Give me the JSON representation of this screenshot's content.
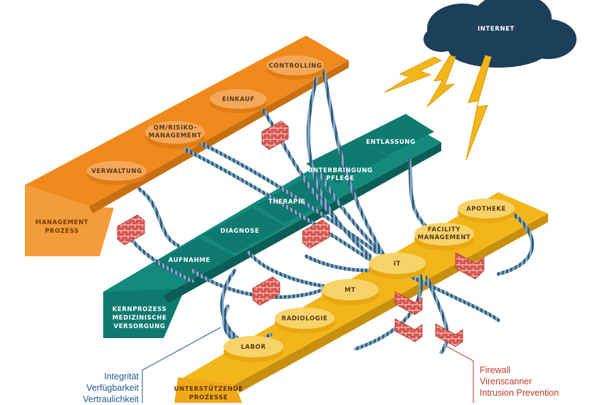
{
  "cloud": {
    "label": "INTERNET"
  },
  "management": {
    "label_line1": "MANAGEMENT",
    "label_line2": "PROZESS",
    "nodes": [
      "CONTROLLING",
      "EINKAUF",
      "QM/RISIKO-",
      "MANAGEMENT",
      "VERWALTUNG"
    ]
  },
  "kern": {
    "label_line1": "KERNPROZESS",
    "label_line2": "MEDIZINISCHE",
    "label_line3": "VERSORGUNG",
    "steps": [
      "AUFNAHME",
      "DIAGNOSE",
      "THERAPIE",
      "UNTERBRINGUNG",
      "PFLEGE",
      "ENTLASSUNG"
    ]
  },
  "support": {
    "label_line1": "UNTERSTÜTZENDE",
    "label_line2": "PROZESSE",
    "nodes": [
      "APOTHEKE",
      "FACILITY",
      "MANAGEMENT",
      "IT",
      "MT",
      "RADIOLOGIE",
      "LABOR"
    ]
  },
  "legend_left": [
    "Integrität",
    "Verfügbarkeit",
    "Vertraulichkeit"
  ],
  "legend_right": [
    "Firewall",
    "Virenscanner",
    "Intrusion Prevention"
  ],
  "colors": {
    "orange": "#f08a1c",
    "teal": "#0e7a6f",
    "yellow": "#f3b61a",
    "cloud": "#1c3f5a",
    "cable": "#2f5d7c",
    "brick": "#d9534f"
  }
}
